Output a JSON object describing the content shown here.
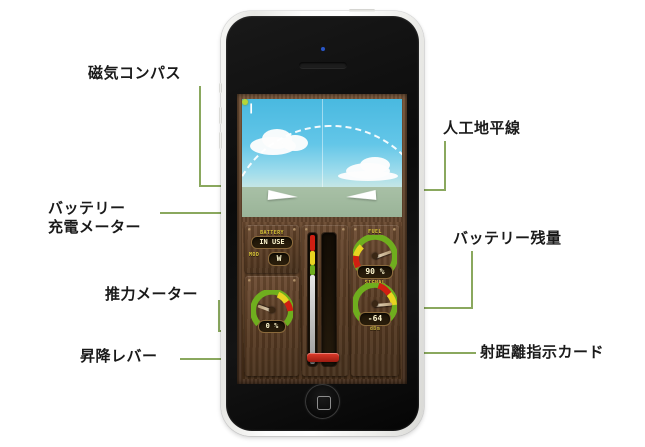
{
  "annotations": {
    "left": [
      {
        "id": "magnetic-compass",
        "text": "磁気コンパス"
      },
      {
        "id": "battery-charge-meter",
        "text": "バッテリー\n充電メーター"
      },
      {
        "id": "thrust-meter",
        "text": "推力メーター"
      },
      {
        "id": "climb-descend-lever",
        "text": "昇降レバー"
      }
    ],
    "right": [
      {
        "id": "artificial-horizon",
        "text": "人工地平線"
      },
      {
        "id": "battery-remaining",
        "text": "バッテリー残量"
      },
      {
        "id": "range-indicator-card",
        "text": "射距離指示カード"
      }
    ],
    "leader_color": "#8aa85e"
  },
  "device": {
    "name": "iPhone 5",
    "body_color": "#f2f2ef",
    "face_color": "#0b0b0b",
    "home_button": "home-button",
    "camera": "front-camera",
    "speaker": "earpiece-speaker"
  },
  "app": {
    "hud": {
      "record_icon": "record-marker-icon",
      "status_dot": "connection-ok-dot",
      "status_dot_color": "#b6d63a",
      "horizon_label": "artificial-horizon"
    },
    "panel": {
      "battery": {
        "title": "BATTERY",
        "value": "IN USE"
      },
      "mode": {
        "title": "MOD",
        "value": "W"
      },
      "thrust": {
        "value": "0 %",
        "needle_deg": 200
      },
      "fuel": {
        "title": "FUEL",
        "value": "90 %",
        "needle_deg": 340
      },
      "signal": {
        "title": "SIGNAL",
        "value": "-64",
        "unit": "dBm",
        "needle_deg": 355
      },
      "lever": {
        "name": "climb-descend-lever",
        "position_pct": 8
      }
    },
    "colors": {
      "gauge_green": "#6fae1e",
      "gauge_yellow": "#e8d321",
      "gauge_red": "#d01f12",
      "lcd_text": "#fff8d0",
      "panel_label": "#d8c437",
      "wood_dark": "#46301c",
      "wood_light": "#6d4c32"
    }
  }
}
